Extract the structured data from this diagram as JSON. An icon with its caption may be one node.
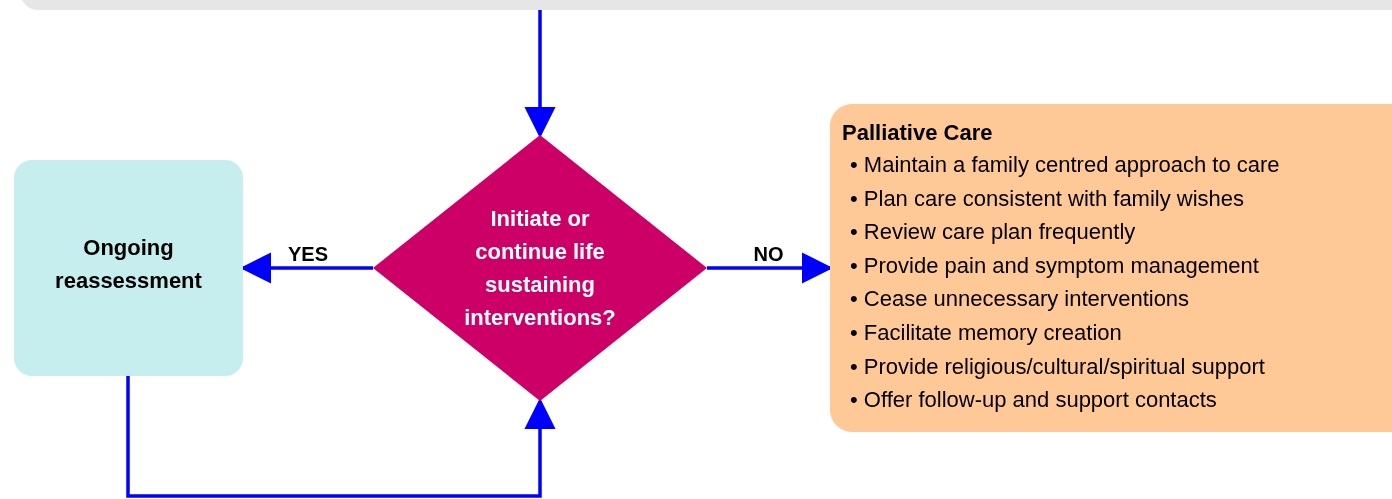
{
  "diagram": {
    "nodes": [
      {
        "text": [],
        "shape": "box"
      },
      {
        "text": [
          "Initiate or continue life sustaining interventions?"
        ]
      },
      {
        "text": [
          "Ongoing reassessment"
        ]
      },
      {
        "text": [
          "Palliative Care",
          "• Maintain a family centred approach to care",
          "• Plan care consistent with family wishes",
          "• Review care plan frequently",
          "• Provide pain and symptom management",
          "• Cease unnecessary interventions",
          "• Facilitate memory creation",
          "• Provide religious/cultural/spiritual support",
          "• Offer follow-up and support contacts"
        ]
      }
    ],
    "edges": [
      {
        "from": 0,
        "to": 1,
        "arrow": "to"
      },
      {
        "from": 1,
        "to": 2,
        "label": "YES",
        "arrow": "to"
      },
      {
        "from": 1,
        "to": 3,
        "label": "NO",
        "arrow": "to"
      },
      {
        "from": 2,
        "to": 1,
        "arrow": "to"
      }
    ]
  }
}
